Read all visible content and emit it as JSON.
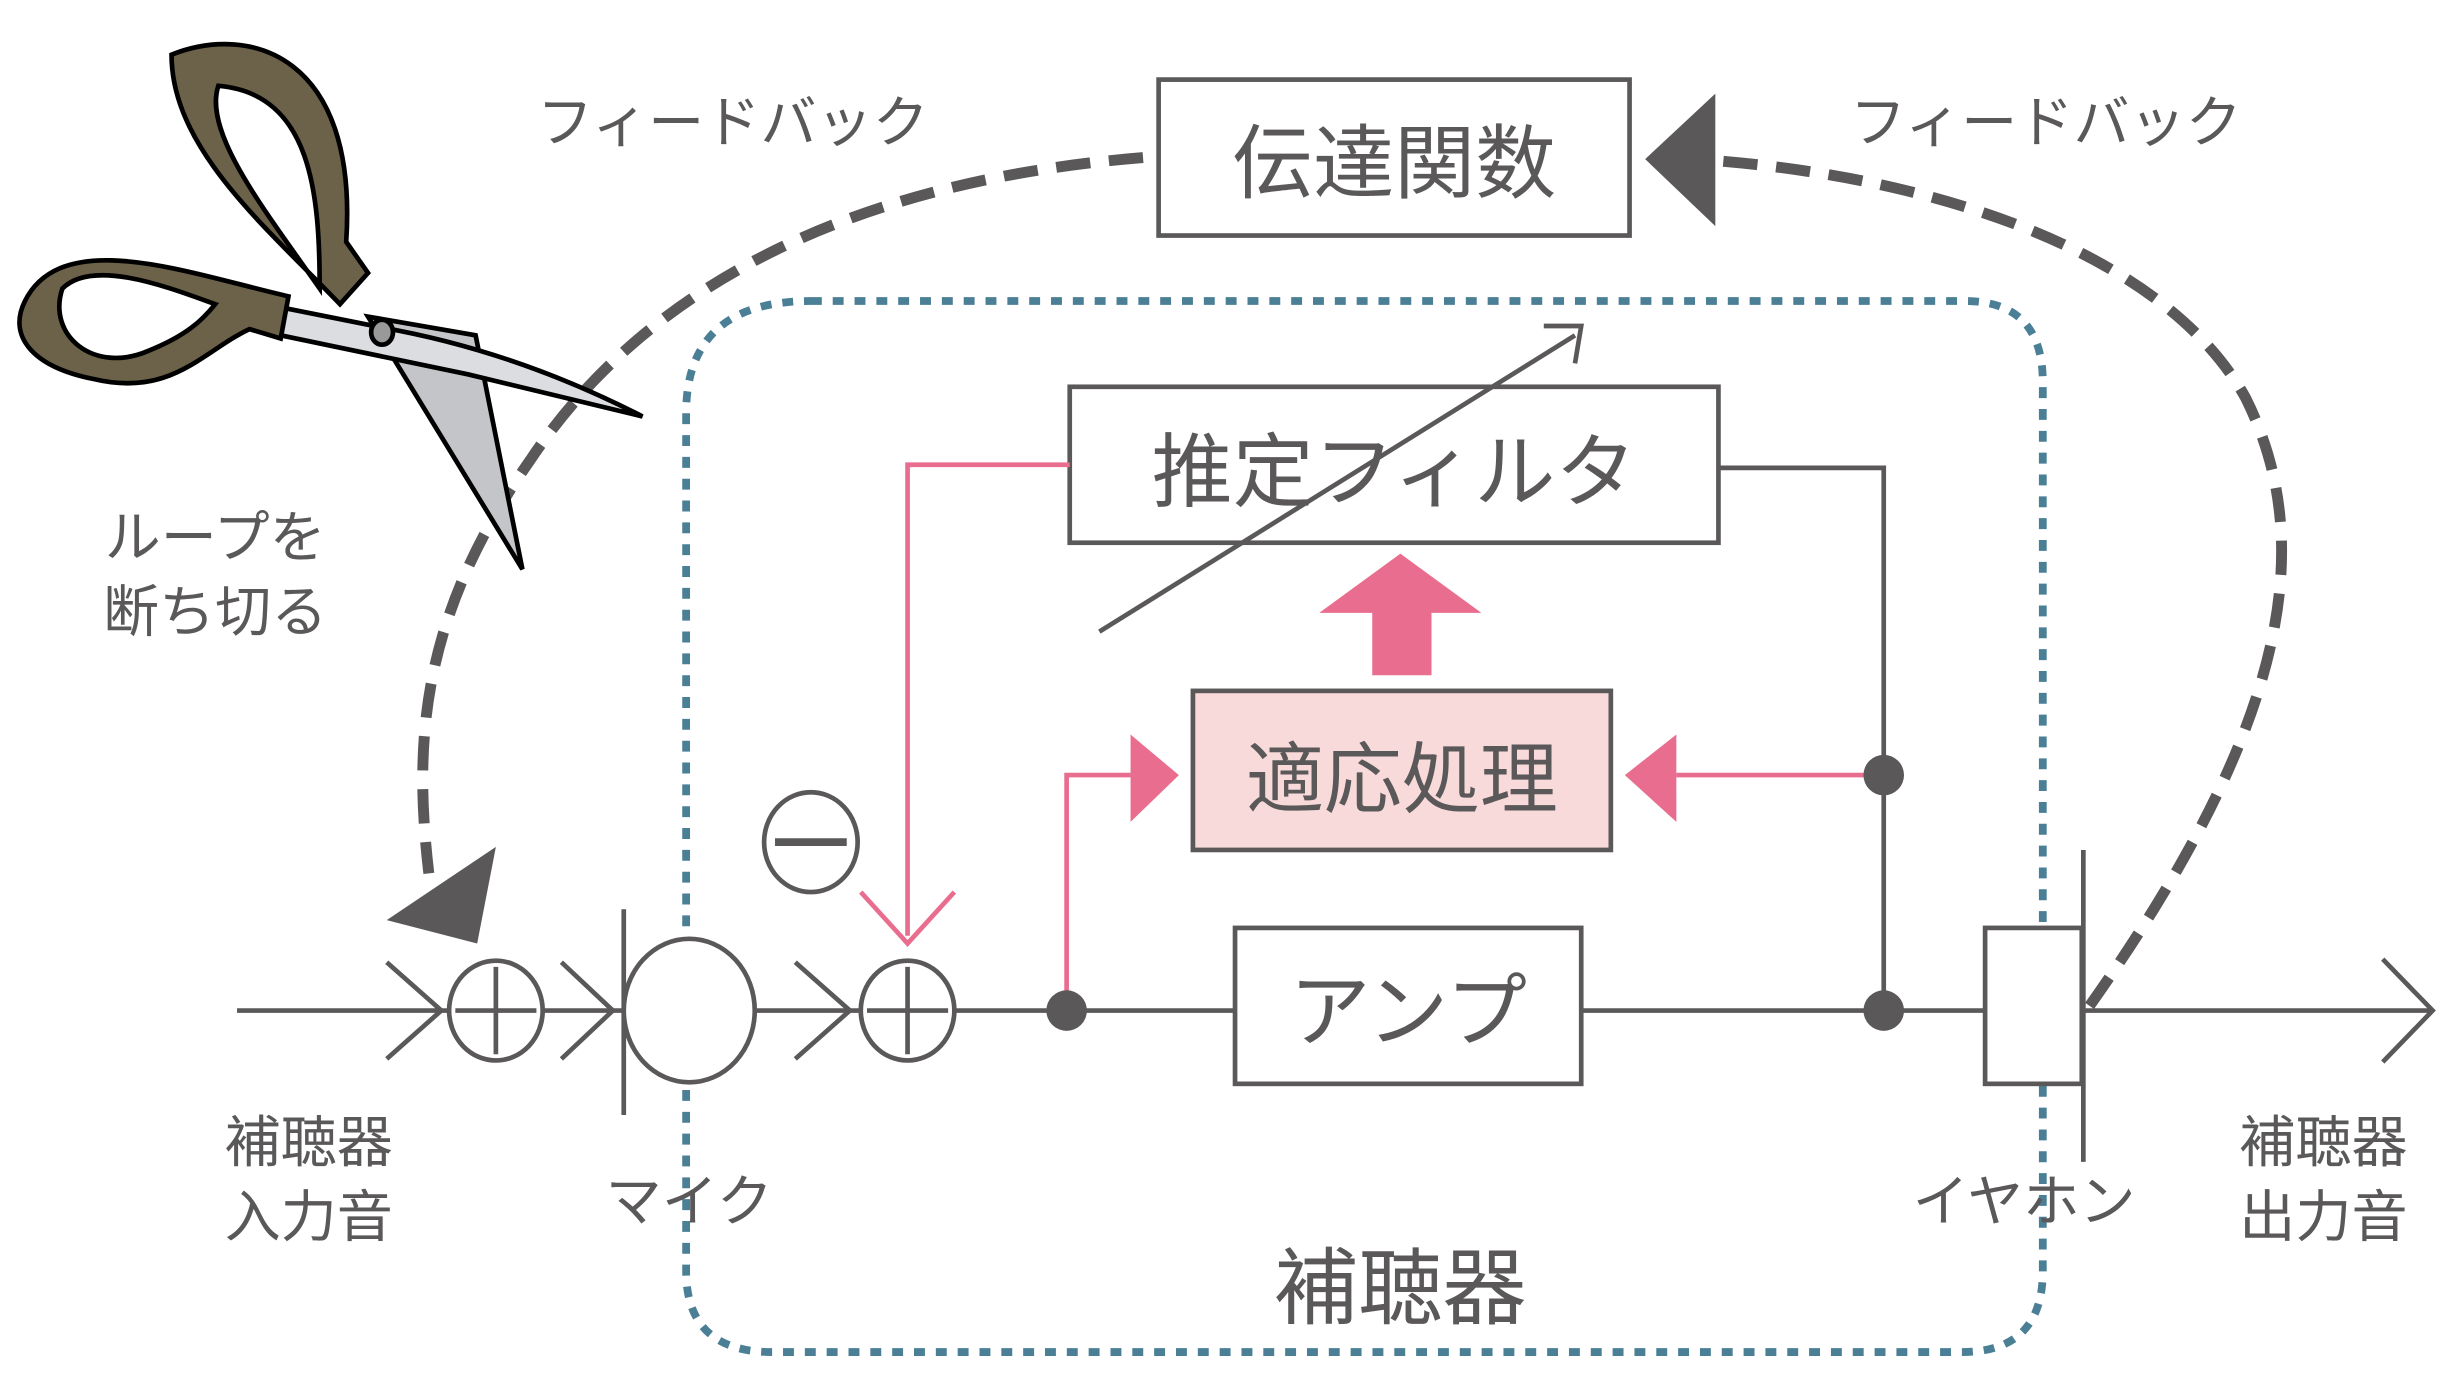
{
  "diagram": {
    "title": "補聴器のフィードバック抑制",
    "labels": {
      "feedback_left": "フィードバック",
      "feedback_right": "フィードバック",
      "transfer_function": "伝達関数",
      "cut_loop_line1": "ループを",
      "cut_loop_line2": "断ち切る",
      "estimation_filter": "推定フィルタ",
      "adaptive_processing": "適応処理",
      "amp": "アンプ",
      "minus_sign": "−",
      "input_line1": "補聴器",
      "input_line2": "入力音",
      "mic": "マイク",
      "earphone": "イヤホン",
      "output_line1": "補聴器",
      "output_line2": "出力音",
      "hearing_aid": "補聴器"
    },
    "icons": {
      "scissors": "scissors-icon",
      "adder": "sum-junction-icon",
      "node": "junction-dot-icon"
    },
    "colors": {
      "line": "#5a5859",
      "pink": "#e96d8e",
      "pink_fill": "#f9dada",
      "teal": "#4a7f96",
      "handle": "#6b6249",
      "blade": "#dcdde0"
    }
  }
}
